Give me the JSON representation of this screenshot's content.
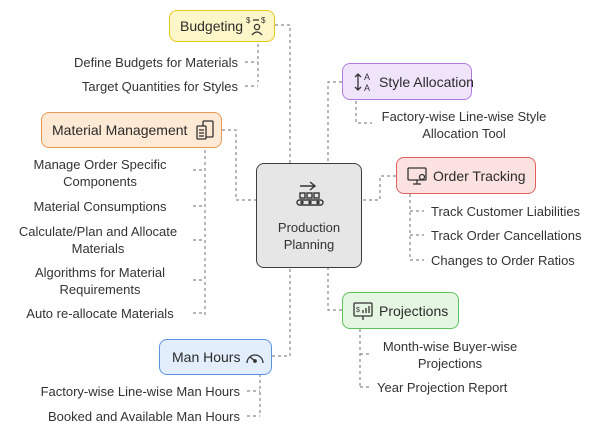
{
  "center": {
    "label_line1": "Production",
    "label_line2": "Planning",
    "icon": "production-line-icon"
  },
  "colors": {
    "yellow": "#fdf6c8",
    "yellow_border": "#e8c81c",
    "purple": "#f0e4fb",
    "purple_border": "#b07be0",
    "orange": "#fde9d4",
    "orange_border": "#e79a55",
    "red": "#fbe2e1",
    "red_border": "#e0605f",
    "green": "#e5f7e3",
    "green_border": "#5cc25b",
    "blue": "#e2eefc",
    "blue_border": "#5d92e2"
  },
  "budgeting": {
    "label": "Budgeting",
    "icon": "dollar-person-icon",
    "items": [
      "Define Budgets for Materials",
      "Target Quantities for Styles"
    ]
  },
  "style_allocation": {
    "label": "Style Allocation",
    "icon": "sort-alpha-icon",
    "items": [
      [
        "Factory-wise Line-wise Style",
        "Allocation Tool"
      ]
    ]
  },
  "material_management": {
    "label": "Material Management",
    "icon": "documents-icon",
    "items": [
      [
        "Manage Order Specific",
        "Components"
      ],
      [
        "Material Consumptions"
      ],
      [
        "Calculate/Plan and Allocate",
        "Materials"
      ],
      [
        "Algorithms for Material",
        "Requirements"
      ],
      [
        "Auto re-allocate Materials"
      ]
    ]
  },
  "order_tracking": {
    "label": "Order Tracking",
    "icon": "monitor-icon",
    "items": [
      "Track Customer Liabilities",
      "Track Order Cancellations",
      "Changes to Order Ratios"
    ]
  },
  "projections": {
    "label": "Projections",
    "icon": "presentation-icon",
    "items": [
      [
        "Month-wise Buyer-wise",
        "Projections"
      ],
      [
        "Year Projection Report"
      ]
    ]
  },
  "man_hours": {
    "label": "Man Hours",
    "icon": "gauge-icon",
    "items": [
      "Factory-wise Line-wise Man Hours",
      "Booked and Available Man Hours"
    ]
  }
}
